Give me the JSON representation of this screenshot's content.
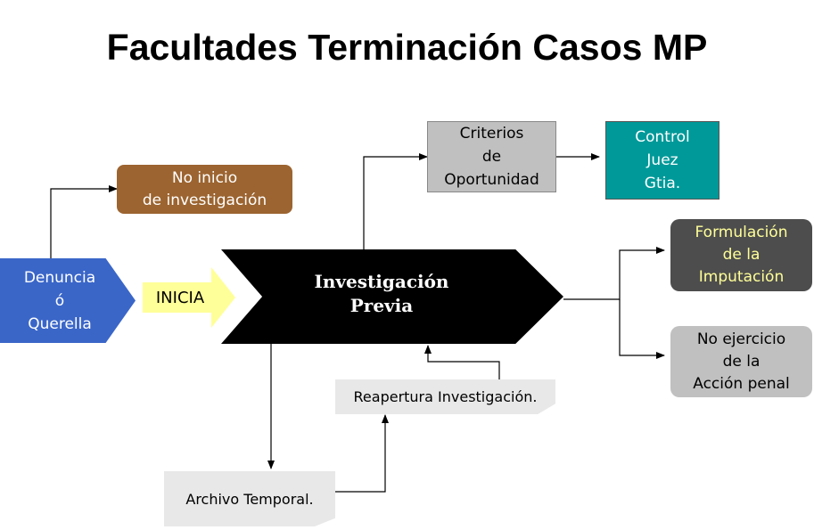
{
  "title": "Facultades Terminación Casos MP",
  "nodes": {
    "denuncia": [
      "Denuncia",
      "ó",
      "Querella"
    ],
    "inicia": "INICIA",
    "investigacion": [
      "Investigación",
      "Previa"
    ],
    "no_inicio": [
      "No inicio",
      "de investigación"
    ],
    "criterios": [
      "Criterios",
      "de",
      "Oportunidad"
    ],
    "control": [
      "Control",
      "Juez",
      "Gtia."
    ],
    "formulacion": [
      "Formulación",
      "de la",
      "Imputación"
    ],
    "no_ejercicio": [
      "No ejercicio",
      "de la",
      "Acción penal"
    ],
    "reapertura": "Reapertura Investigación.",
    "archivo": "Archivo Temporal."
  },
  "colors": {
    "denuncia": "#3a66c8",
    "inicia": "#ffff99",
    "investigacion": "#000000",
    "no_inicio": "#9c6430",
    "criterios": "#c0c0c0",
    "control": "#009999",
    "formulacion": "#4d4d4d",
    "formulacion_text": "#ffff99",
    "no_ejercicio": "#c0c0c0",
    "note": "#e8e8e8"
  }
}
